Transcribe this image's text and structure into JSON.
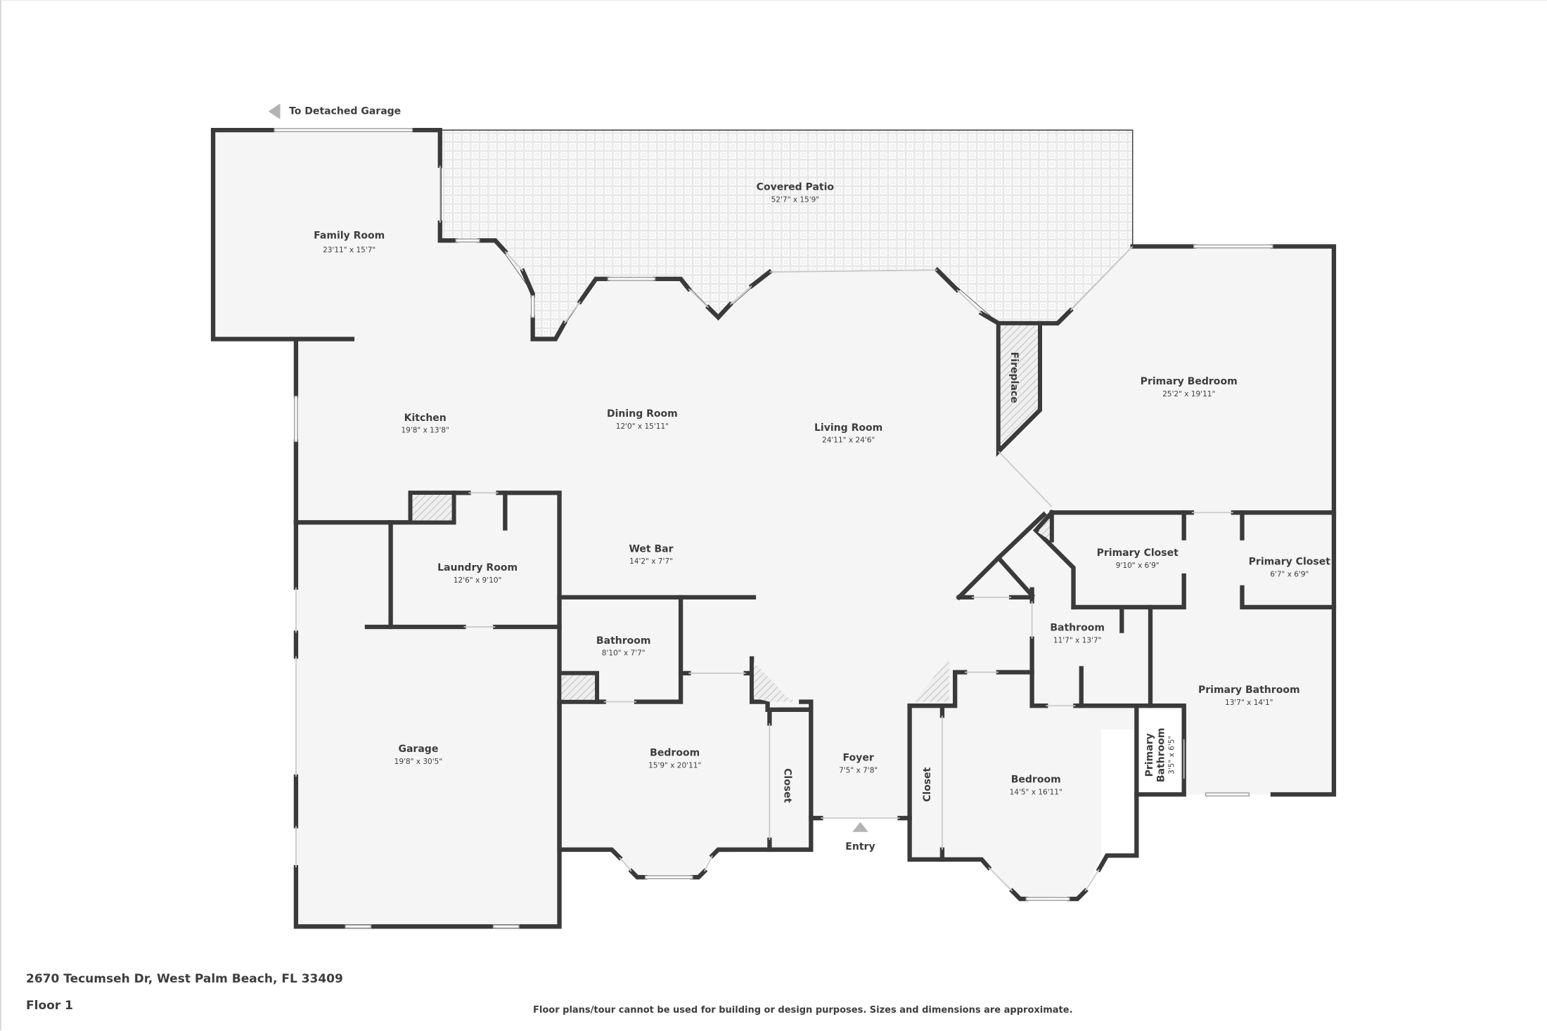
{
  "plan": {
    "direction_label": "To Detached Garage",
    "entry_label": "Entry",
    "rooms": [
      {
        "name": "Family Room",
        "dims": "23'11\" x 15'7\""
      },
      {
        "name": "Covered Patio",
        "dims": "52'7\" x 15'9\""
      },
      {
        "name": "Kitchen",
        "dims": "19'8\" x 13'8\""
      },
      {
        "name": "Dining Room",
        "dims": "12'0\" x 15'11\""
      },
      {
        "name": "Living Room",
        "dims": "24'11\" x 24'6\""
      },
      {
        "name": "Primary Bedroom",
        "dims": "25'2\" x 19'11\""
      },
      {
        "name": "Fireplace",
        "dims": ""
      },
      {
        "name": "Wet Bar",
        "dims": "14'2\" x 7'7\""
      },
      {
        "name": "Laundry Room",
        "dims": "12'6\" x 9'10\""
      },
      {
        "name": "Primary Closet",
        "dims": "9'10\" x 6'9\""
      },
      {
        "name": "Primary Closet",
        "dims": "6'7\" x 6'9\""
      },
      {
        "name": "Bathroom",
        "dims": "8'10\" x 7'7\""
      },
      {
        "name": "Bathroom",
        "dims": "11'7\" x 13'7\""
      },
      {
        "name": "Primary Bathroom",
        "dims": "13'7\" x 14'1\""
      },
      {
        "name": "Primary Bathroom",
        "dims": "3'5\" x 6'5\""
      },
      {
        "name": "Bedroom",
        "dims": "15'9\" x 20'11\""
      },
      {
        "name": "Bedroom",
        "dims": "14'5\" x 16'11\""
      },
      {
        "name": "Closet",
        "dims": ""
      },
      {
        "name": "Closet",
        "dims": ""
      },
      {
        "name": "Foyer",
        "dims": "7'5\" x 7'8\""
      },
      {
        "name": "Garage",
        "dims": "19'8\" x 30'5\""
      }
    ],
    "colors": {
      "wall": "#3a3a3a",
      "floor": "#f5f5f5",
      "patio_tile": "#dcdcdc",
      "text": "#3d3d3d",
      "arrow": "#b3b3b3"
    }
  },
  "footer": {
    "address": "2670 Tecumseh Dr, West Palm Beach, FL 33409",
    "floor": "Floor 1",
    "disclaimer": "Floor plans/tour cannot be used for building or design purposes. Sizes and dimensions are approximate."
  }
}
